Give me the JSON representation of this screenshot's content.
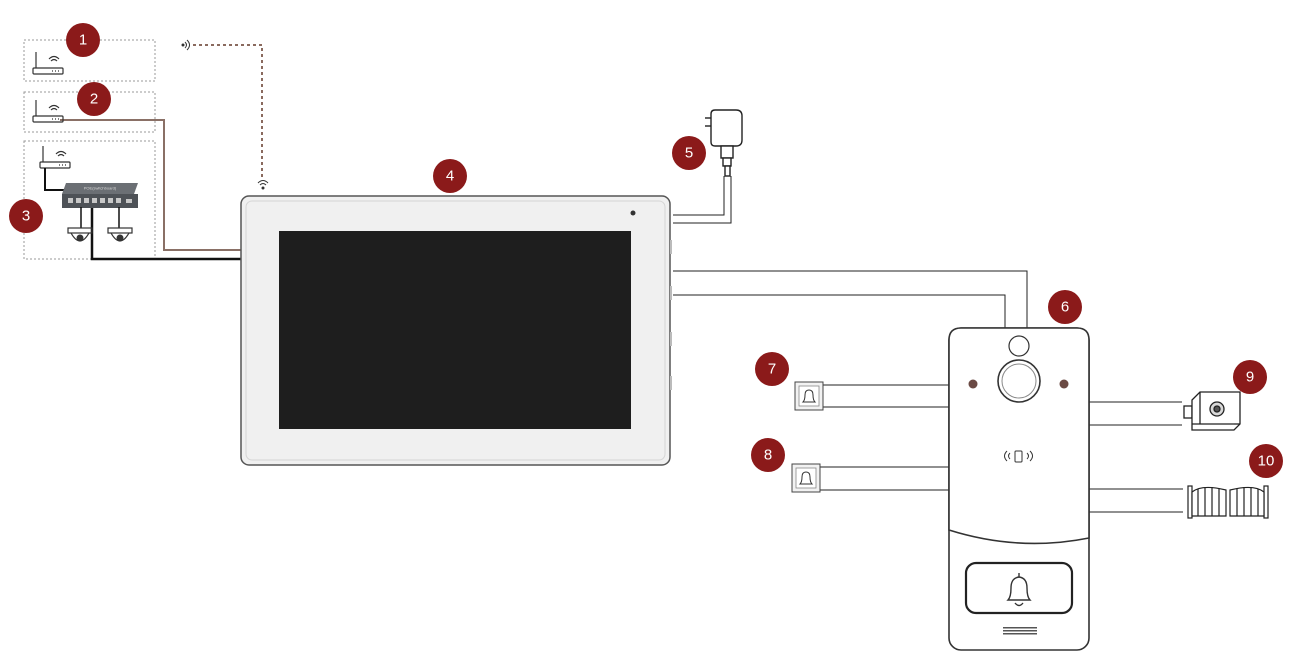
{
  "colors": {
    "badge": "#8b1a1a",
    "wire": "#1a1a1a",
    "brown_wire": "#8a7066",
    "dotted_wire": "#8a6a5e",
    "device_outline": "#333333",
    "screen": "#1e1e1e"
  },
  "callouts": [
    {
      "id": "1",
      "label": "1"
    },
    {
      "id": "2",
      "label": "2"
    },
    {
      "id": "3",
      "label": "3"
    },
    {
      "id": "4",
      "label": "4"
    },
    {
      "id": "5",
      "label": "5"
    },
    {
      "id": "6",
      "label": "6"
    },
    {
      "id": "7",
      "label": "7"
    },
    {
      "id": "8",
      "label": "8"
    },
    {
      "id": "9",
      "label": "9"
    },
    {
      "id": "10",
      "label": "10"
    }
  ],
  "switch_label": "POE(switchboard)",
  "icons": {
    "router": "wifi-router-icon",
    "switch": "poe-switch-icon",
    "camera": "dome-camera-icon",
    "power": "power-adapter-icon",
    "bell_button": "doorbell-button-icon",
    "lock": "electric-lock-icon",
    "gate": "gate-icon",
    "wifi": "wifi-signal-icon",
    "card": "card-reader-icon"
  }
}
